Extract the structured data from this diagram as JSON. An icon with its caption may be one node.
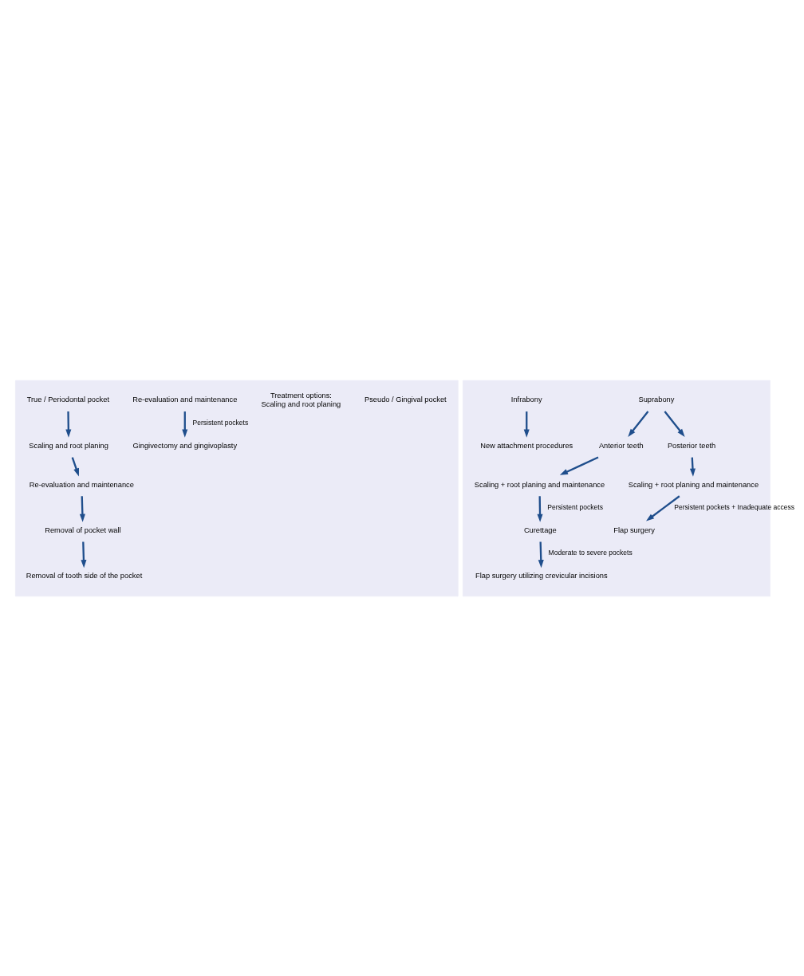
{
  "diagram": {
    "nodes": [
      {
        "text": [],
        "shape": "box"
      },
      {
        "text": [
          "Pseudo / Gingival pocket"
        ],
        "in": 0
      },
      {
        "text": [
          "Treatment options:",
          "Scaling and root planing"
        ],
        "in": 0
      },
      {
        "text": [
          "Re-evaluation and maintenance"
        ],
        "in": 0
      },
      {
        "text": [
          "Gingivectomy and gingivoplasty"
        ],
        "in": 0
      },
      {
        "text": [
          "True / Periodontal pocket"
        ],
        "in": 0
      },
      {
        "text": [
          "Scaling and root planing"
        ],
        "in": 0
      },
      {
        "text": [
          "Re-evaluation and maintenance"
        ],
        "in": 0
      },
      {
        "text": [
          "Removal of pocket wall"
        ],
        "in": 0
      },
      {
        "text": [
          "Removal of tooth side of the pocket"
        ],
        "in": 0
      },
      {
        "text": [],
        "shape": "box"
      },
      {
        "text": [
          "Suprabony"
        ],
        "in": 10
      },
      {
        "text": [
          "Infrabony"
        ],
        "in": 10
      },
      {
        "text": [
          "Anterior teeth"
        ],
        "in": 10
      },
      {
        "text": [
          "Posterior teeth"
        ],
        "in": 10
      },
      {
        "text": [
          "New attachment procedures"
        ],
        "in": 10
      },
      {
        "text": [
          "Scaling + root planing and maintenance"
        ],
        "in": 10
      },
      {
        "text": [
          "Scaling + root planing and maintenance"
        ],
        "in": 10
      },
      {
        "text": [
          "Curettage"
        ],
        "in": 10
      },
      {
        "text": [
          "Flap surgery"
        ],
        "in": 10
      },
      {
        "text": [
          "Flap surgery utilizing crevicular incisions"
        ],
        "in": 10
      }
    ],
    "edges": [
      {
        "from": 3,
        "to": 4,
        "arrow": "to",
        "label": "Persistent pockets"
      },
      {
        "from": 5,
        "to": 6,
        "arrow": "to"
      },
      {
        "from": 6,
        "to": 7,
        "arrow": "to"
      },
      {
        "from": 7,
        "to": 8,
        "arrow": "to"
      },
      {
        "from": 8,
        "to": 9,
        "arrow": "to"
      },
      {
        "from": 11,
        "to": 13,
        "arrow": "to"
      },
      {
        "from": 11,
        "to": 14,
        "arrow": "to"
      },
      {
        "from": 12,
        "to": 15,
        "arrow": "to"
      },
      {
        "from": 13,
        "to": 16,
        "arrow": "to"
      },
      {
        "from": 14,
        "to": 17,
        "arrow": "to"
      },
      {
        "from": 16,
        "to": 18,
        "arrow": "to",
        "label": "Persistent pockets"
      },
      {
        "from": 17,
        "to": 19,
        "arrow": "to",
        "label": "Persistent pockets + Inadequate access"
      },
      {
        "from": 18,
        "to": 20,
        "arrow": "to",
        "label": "Moderate to severe pockets"
      }
    ]
  }
}
